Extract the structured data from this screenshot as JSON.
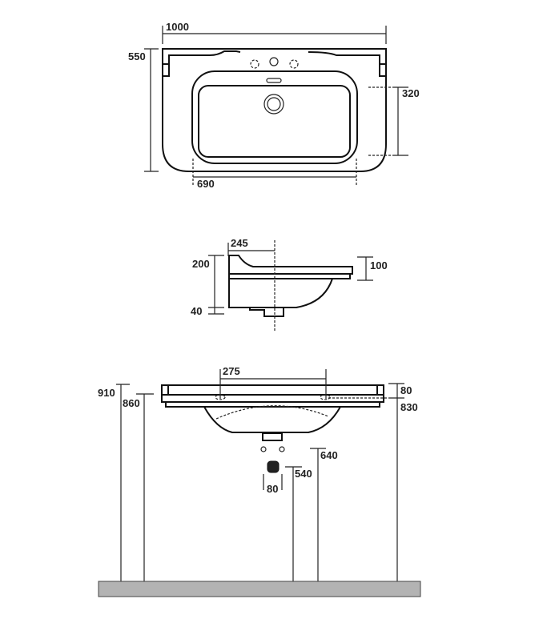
{
  "top_view": {
    "width_label": "1000",
    "depth_label": "550",
    "bowl_depth_label": "320",
    "bowl_width_label": "690"
  },
  "side_view": {
    "tap_offset_label": "245",
    "height_label": "200",
    "drain_label": "40",
    "rim_label": "100"
  },
  "front_view": {
    "tap_spacing_label": "275",
    "height_910_label": "910",
    "height_860_label": "860",
    "rim_label": "80",
    "height_830_label": "830",
    "height_640_label": "640",
    "height_540_label": "540",
    "trap_width_label": "80"
  },
  "colors": {
    "line": "#111111",
    "floor": "#b3b3b3"
  }
}
